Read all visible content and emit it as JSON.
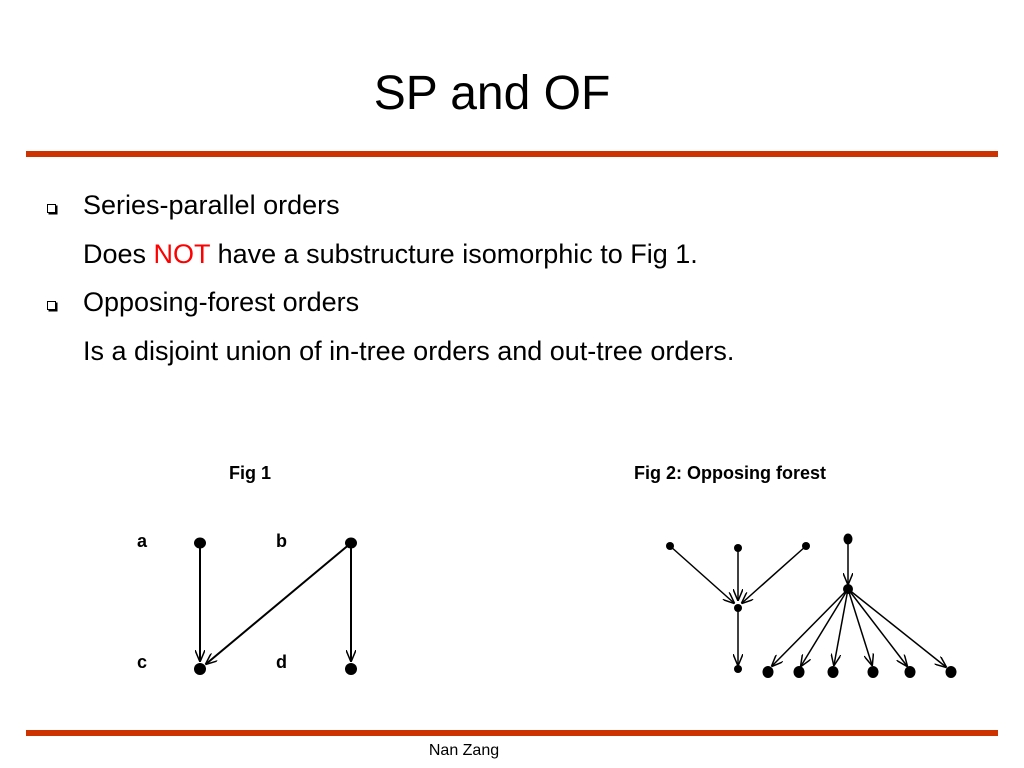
{
  "slide": {
    "title": "SP and OF",
    "footer": "Nan Zang"
  },
  "bullets": [
    {
      "kind": "bullet",
      "text": "Series-parallel orders"
    },
    {
      "kind": "sub",
      "pre": "Does ",
      "emph": "NOT",
      "post": " have a substructure isomorphic to Fig 1."
    },
    {
      "kind": "bullet",
      "text": "Opposing-forest orders"
    },
    {
      "kind": "sub",
      "text": "Is a disjoint union of in-tree orders and out-tree orders."
    }
  ],
  "fig1": {
    "title": "Fig 1",
    "labels": {
      "a": "a",
      "b": "b",
      "c": "c",
      "d": "d"
    },
    "edges": [
      [
        "a",
        "c"
      ],
      [
        "b",
        "c"
      ],
      [
        "b",
        "d"
      ]
    ]
  },
  "fig2": {
    "title": "Fig 2: Opposing forest"
  },
  "colors": {
    "rule": "#cc3300",
    "emphasis": "#ff0000",
    "ink": "#000000"
  }
}
